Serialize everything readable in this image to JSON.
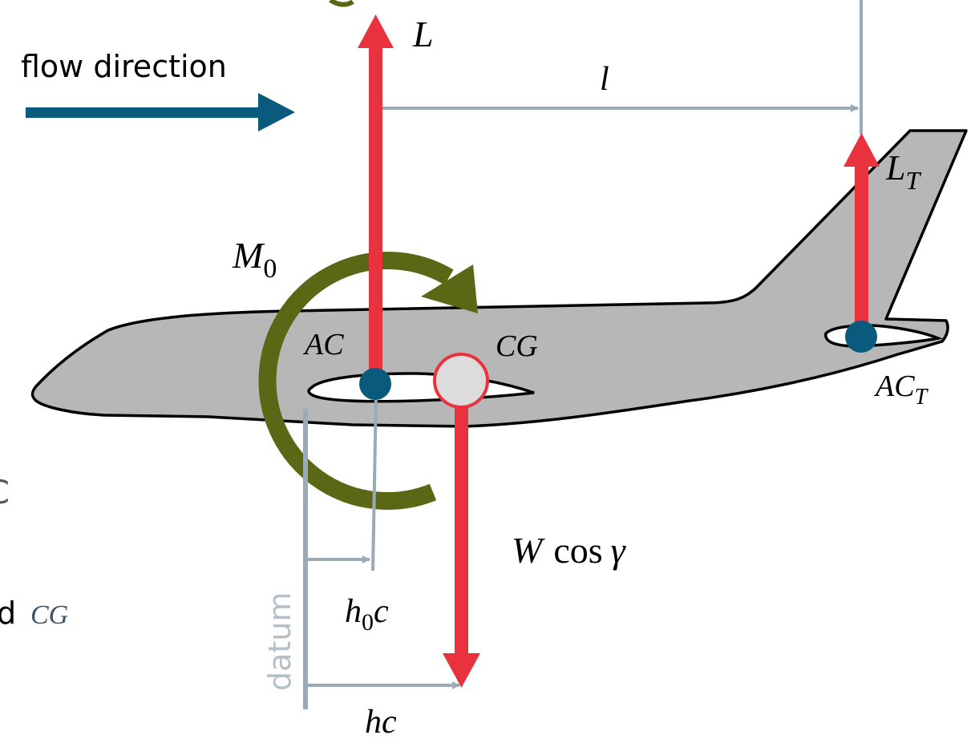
{
  "labels": {
    "flow_direction": "flow direction",
    "lift": "L",
    "tail_arm": "l",
    "tail_lift_main": "L",
    "tail_lift_sub": "T",
    "moment_main": "M",
    "moment_sub": "0",
    "aerodynamic_center": "AC",
    "center_of_gravity": "CG",
    "tail_ac_main": "AC",
    "tail_ac_sub": "T",
    "weight": "W",
    "weight_cos": "cos",
    "weight_gamma": "γ",
    "h0c_h": "h",
    "h0c_sub": "0",
    "h0c_c": "c",
    "hc": "hc",
    "datum": "datum",
    "clipped_left_letter": "C",
    "clipped_left_d": "d",
    "clipped_left_cg": "CG"
  },
  "colors": {
    "force_red": "#e8333f",
    "flow_blue": "#0a5a7e",
    "dimension_gray": "#9aaab6",
    "moment_olive": "#5c6715",
    "fuselage_fill": "#b7b7b7",
    "outline": "#000000",
    "cg_fill": "#dcdcdc"
  }
}
